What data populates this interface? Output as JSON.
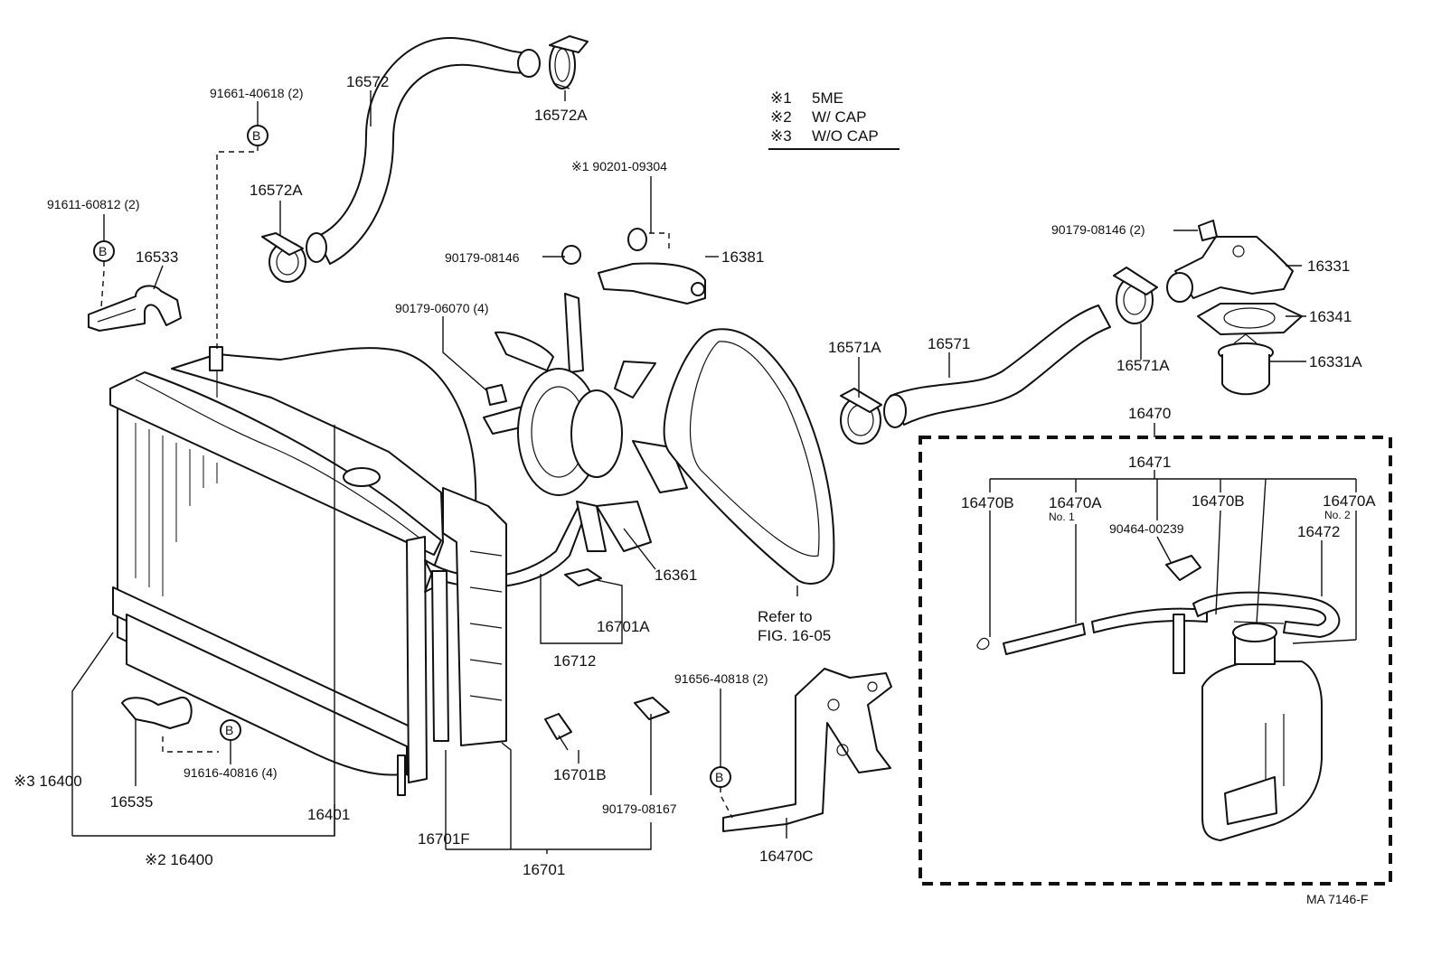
{
  "legend": [
    {
      "mark": "※1",
      "text": "5ME"
    },
    {
      "mark": "※2",
      "text": "W/ CAP"
    },
    {
      "mark": "※3",
      "text": "W/O CAP"
    }
  ],
  "labels": {
    "p91661": "91661-40618 (2)",
    "p16572": "16572",
    "p16572A_top": "16572A",
    "p16572A_left": "16572A",
    "p91611": "91611-60812 (2)",
    "p16533": "16533",
    "p90201": "※1 90201-09304",
    "p90179_a": "90179-08146",
    "p16381": "16381",
    "p90179_06070": "90179-06070 (4)",
    "p90179_08146_2": "90179-08146 (2)",
    "p16331": "16331",
    "p16341": "16341",
    "p16331A": "16331A",
    "p16571A_left": "16571A",
    "p16571": "16571",
    "p16571A_right": "16571A",
    "p16470": "16470",
    "p16471": "16471",
    "p16470B_left": "16470B",
    "p16470A_1": "16470A",
    "p16470A_1_no": "No. 1",
    "p16470B_mid": "16470B",
    "p16470A_2": "16470A",
    "p16470A_2_no": "No. 2",
    "p90464": "90464-00239",
    "p16472": "16472",
    "p16361": "16361",
    "p16701A": "16701A",
    "p16712": "16712",
    "p_refer": "Refer to",
    "p_fig": "FIG. 16-05",
    "p91656": "91656-40818 (2)",
    "p16470C": "16470C",
    "p16701B": "16701B",
    "p90179_08167": "90179-08167",
    "p16701F": "16701F",
    "p16701": "16701",
    "p16400_3": "※3 16400",
    "p16535": "16535",
    "p91616": "91616-40816 (4)",
    "p16401": "16401",
    "p16400_2": "※2 16400",
    "figure_code": "MA  7146-F",
    "callout_B": "B"
  }
}
